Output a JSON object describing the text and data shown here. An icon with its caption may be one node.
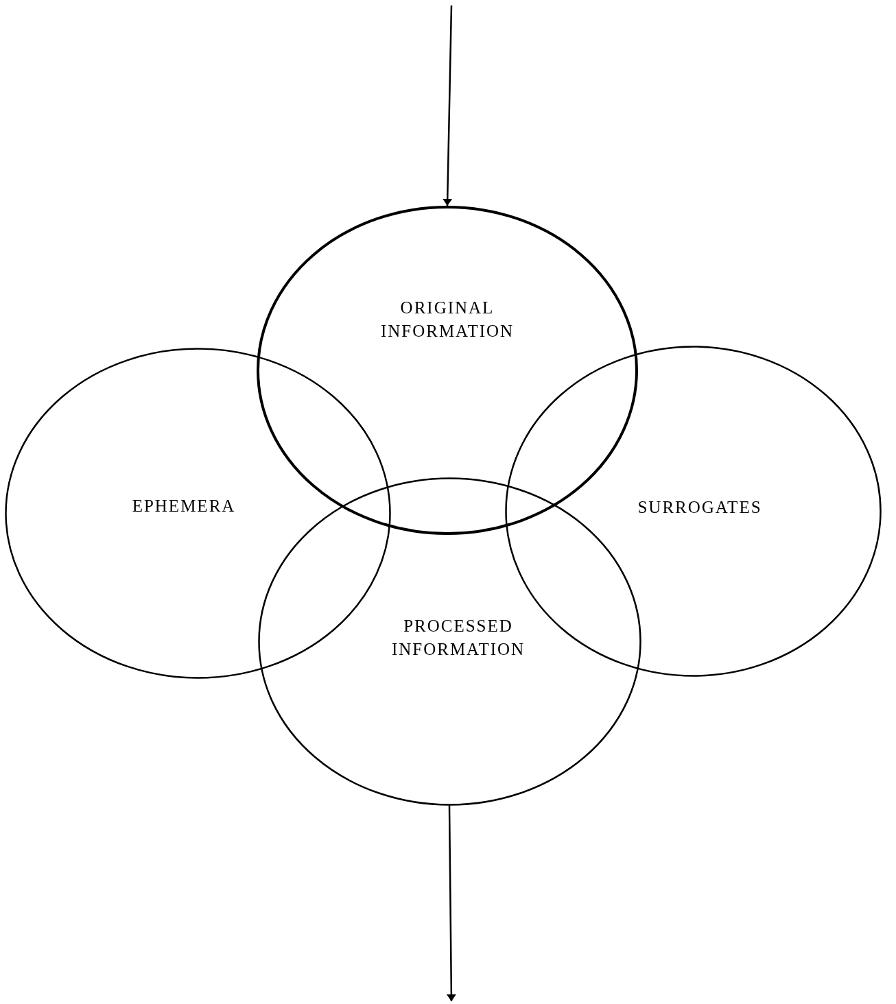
{
  "diagram": {
    "nodes": [
      {
        "text": [
          "ORIGINAL INFORMATION"
        ]
      },
      {
        "text": [
          "EPHEMERA"
        ]
      },
      {
        "text": [
          "SURROGATES"
        ]
      },
      {
        "text": [
          "PROCESSED INFORMATION"
        ]
      }
    ],
    "edges": [
      {
        "from": null,
        "to": 0,
        "arrow": "to"
      },
      {
        "from": 3,
        "to": null,
        "arrow": "to"
      }
    ]
  }
}
